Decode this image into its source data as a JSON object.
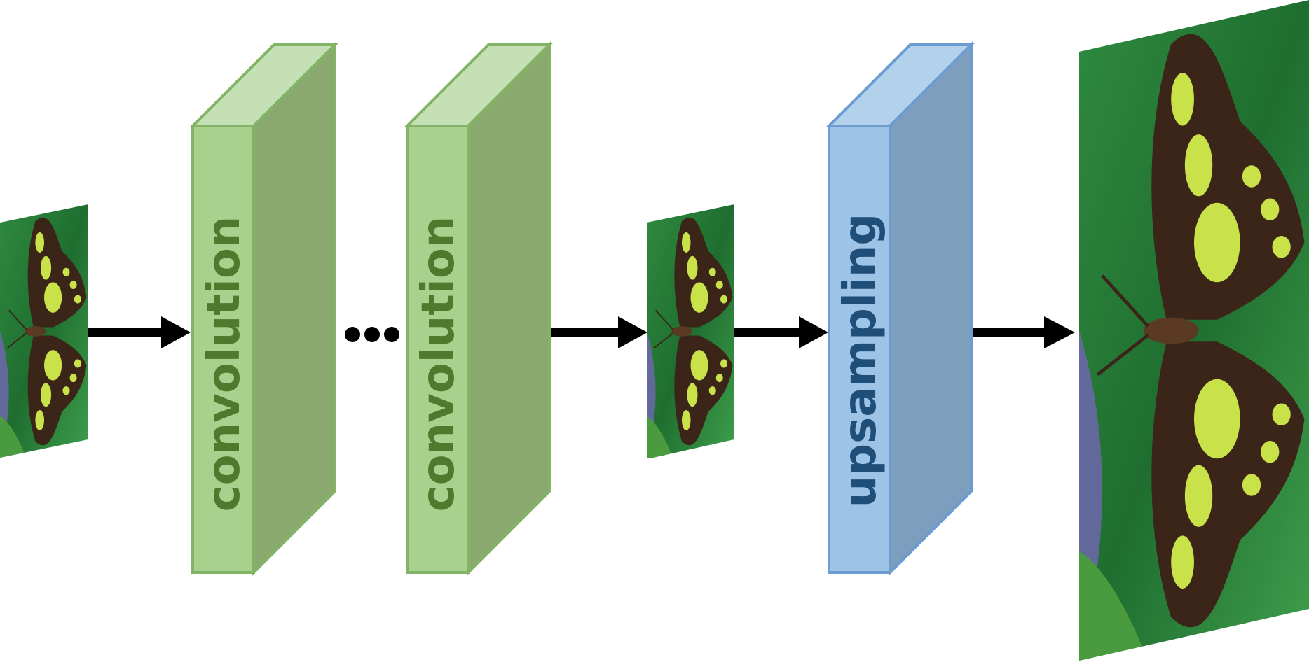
{
  "blocks": [
    {
      "label": "convolution",
      "type": "convolution"
    },
    {
      "label": "convolution",
      "type": "convolution"
    },
    {
      "label": "upsampling",
      "type": "upsampling"
    }
  ],
  "ellipsis": "•••",
  "images": [
    {
      "name": "input-low-res-butterfly"
    },
    {
      "name": "feature-low-res-butterfly"
    },
    {
      "name": "output-high-res-butterfly"
    }
  ],
  "colors": {
    "conv_front": "#a9d18e",
    "conv_top": "#c5e0b4",
    "conv_side": "#8aa96f",
    "conv_stroke": "#82b366",
    "conv_text": "#4f7a2e",
    "up_front": "#9dc3e6",
    "up_top": "#b4d1ec",
    "up_side": "#7d9fbd",
    "up_stroke": "#6c9bcf",
    "up_text": "#1f4e79",
    "arrow": "#000000",
    "leaf_dark": "#1e6b2e",
    "leaf_light": "#3d9a4a",
    "wing_dark": "#3b2418",
    "wing_spot": "#c9e24a",
    "background_purple": "#6a67a6"
  }
}
